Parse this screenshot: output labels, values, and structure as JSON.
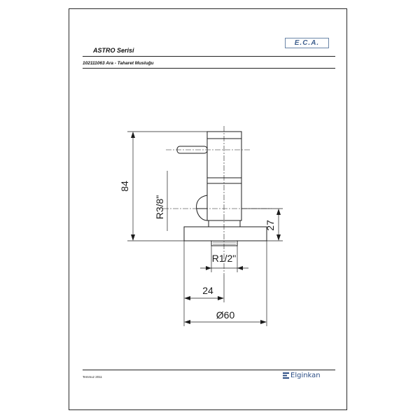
{
  "header": {
    "series": "ASTRO Serisi",
    "product": "102111063 Ara - Taharet Musluğu",
    "logo_text": "E.C.A."
  },
  "drawing": {
    "dim_height": "84",
    "dim_thread_in": "R3/8\"",
    "dim_base": "27",
    "dim_thread_out": "R1/2\"",
    "dim_offset": "24",
    "dim_diameter": "Ø60"
  },
  "footer": {
    "date": "Temmuz 2011",
    "brand": "Elginkan",
    "brand_color": "#2d4f86"
  }
}
